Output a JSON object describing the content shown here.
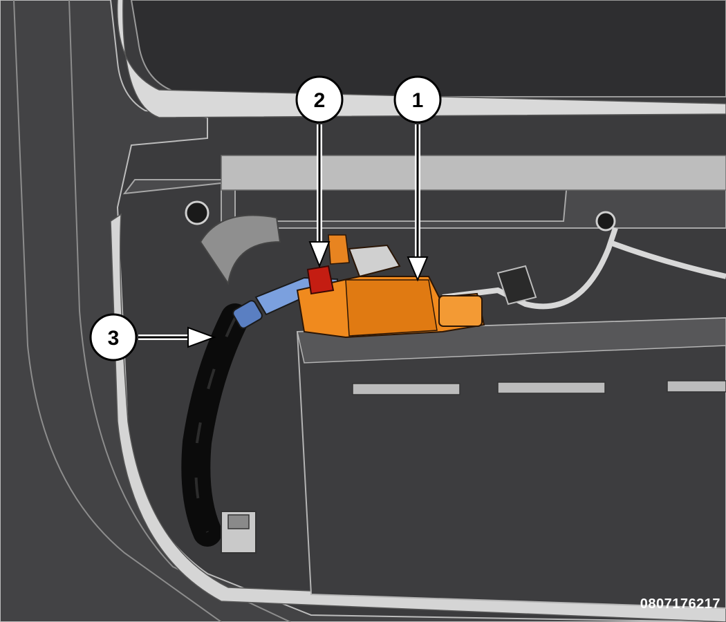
{
  "figure": {
    "id": "0807176217"
  },
  "callouts": [
    {
      "number": "1",
      "target": "battery-sensor"
    },
    {
      "number": "2",
      "target": "nut"
    },
    {
      "number": "3",
      "target": "negative-cable"
    }
  ],
  "colors": {
    "background": "#3b3b3d",
    "sensor": "#f08a1e",
    "nut": "#c41d12",
    "cable": "#0b0b0b",
    "callout_fill": "#ffffff",
    "callout_stroke": "#000000"
  }
}
